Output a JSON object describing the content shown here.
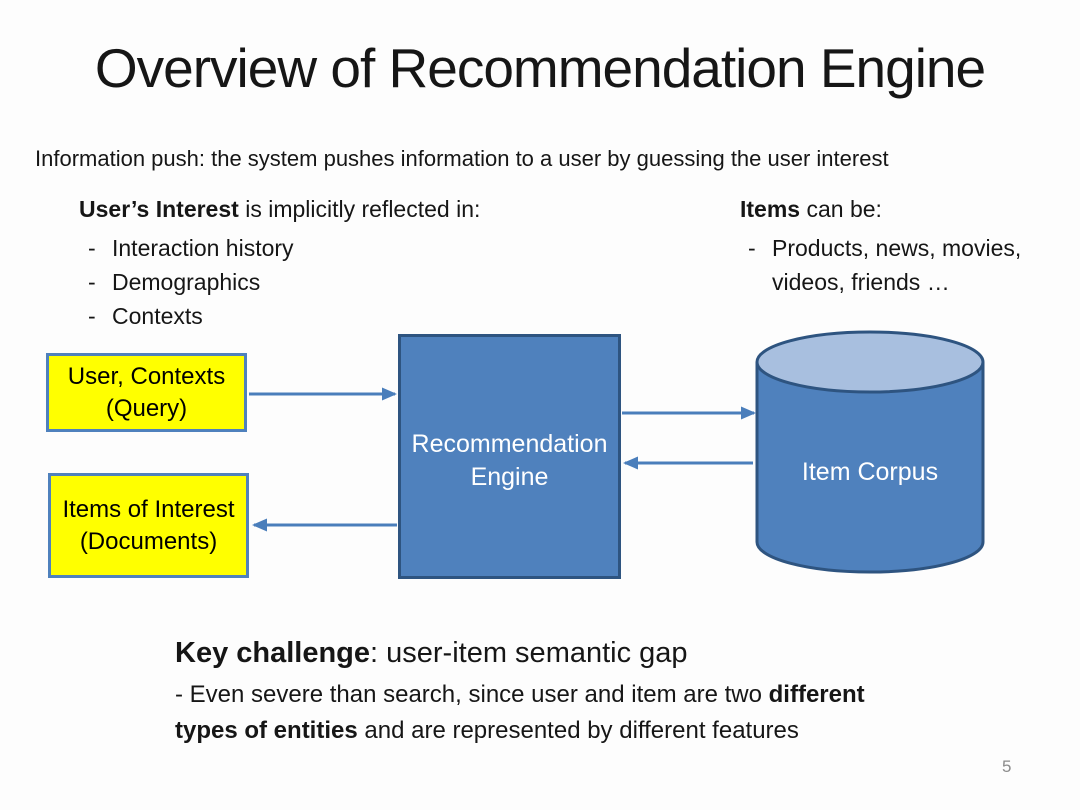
{
  "slide": {
    "title": "Overview of Recommendation Engine",
    "subtitle": "Information push: the system pushes information to a user by guessing the user interest",
    "page_number": "5"
  },
  "user_interest": {
    "header_bold": "User’s Interest",
    "header_rest": " is implicitly reflected in:",
    "bullet_char": "-",
    "items": [
      "Interaction history",
      "Demographics",
      "Contexts"
    ]
  },
  "items_list": {
    "header_bold": "Items",
    "header_rest": " can be:",
    "bullet_char": "-",
    "item_line1": "Products, news, movies,",
    "item_line2": "videos, friends …"
  },
  "diagram": {
    "query_box_line1": "User, Contexts",
    "query_box_line2": "(Query)",
    "docs_box_line1": "Items of Interest",
    "docs_box_line2": "(Documents)",
    "engine_box_line1": "Recommendation",
    "engine_box_line2": "Engine",
    "corpus_label": "Item Corpus"
  },
  "key_challenge": {
    "line1_bold": "Key challenge",
    "line1_rest": ": user-item semantic gap",
    "line2_normal": "- Even severe than search, since user and item are two ",
    "line2_bold": "different",
    "line3_bold": "types of entities",
    "line3_normal": " and are represented by different features"
  },
  "colors": {
    "box_blue": "#4f81bd",
    "box_blue_border": "#2e5480",
    "yellow": "#ffff00",
    "yellow_border": "#4f81bd",
    "cylinder_top": "#a8bfdf",
    "arrow": "#4a7ebb",
    "page_number_gray": "#8c8c8c"
  }
}
